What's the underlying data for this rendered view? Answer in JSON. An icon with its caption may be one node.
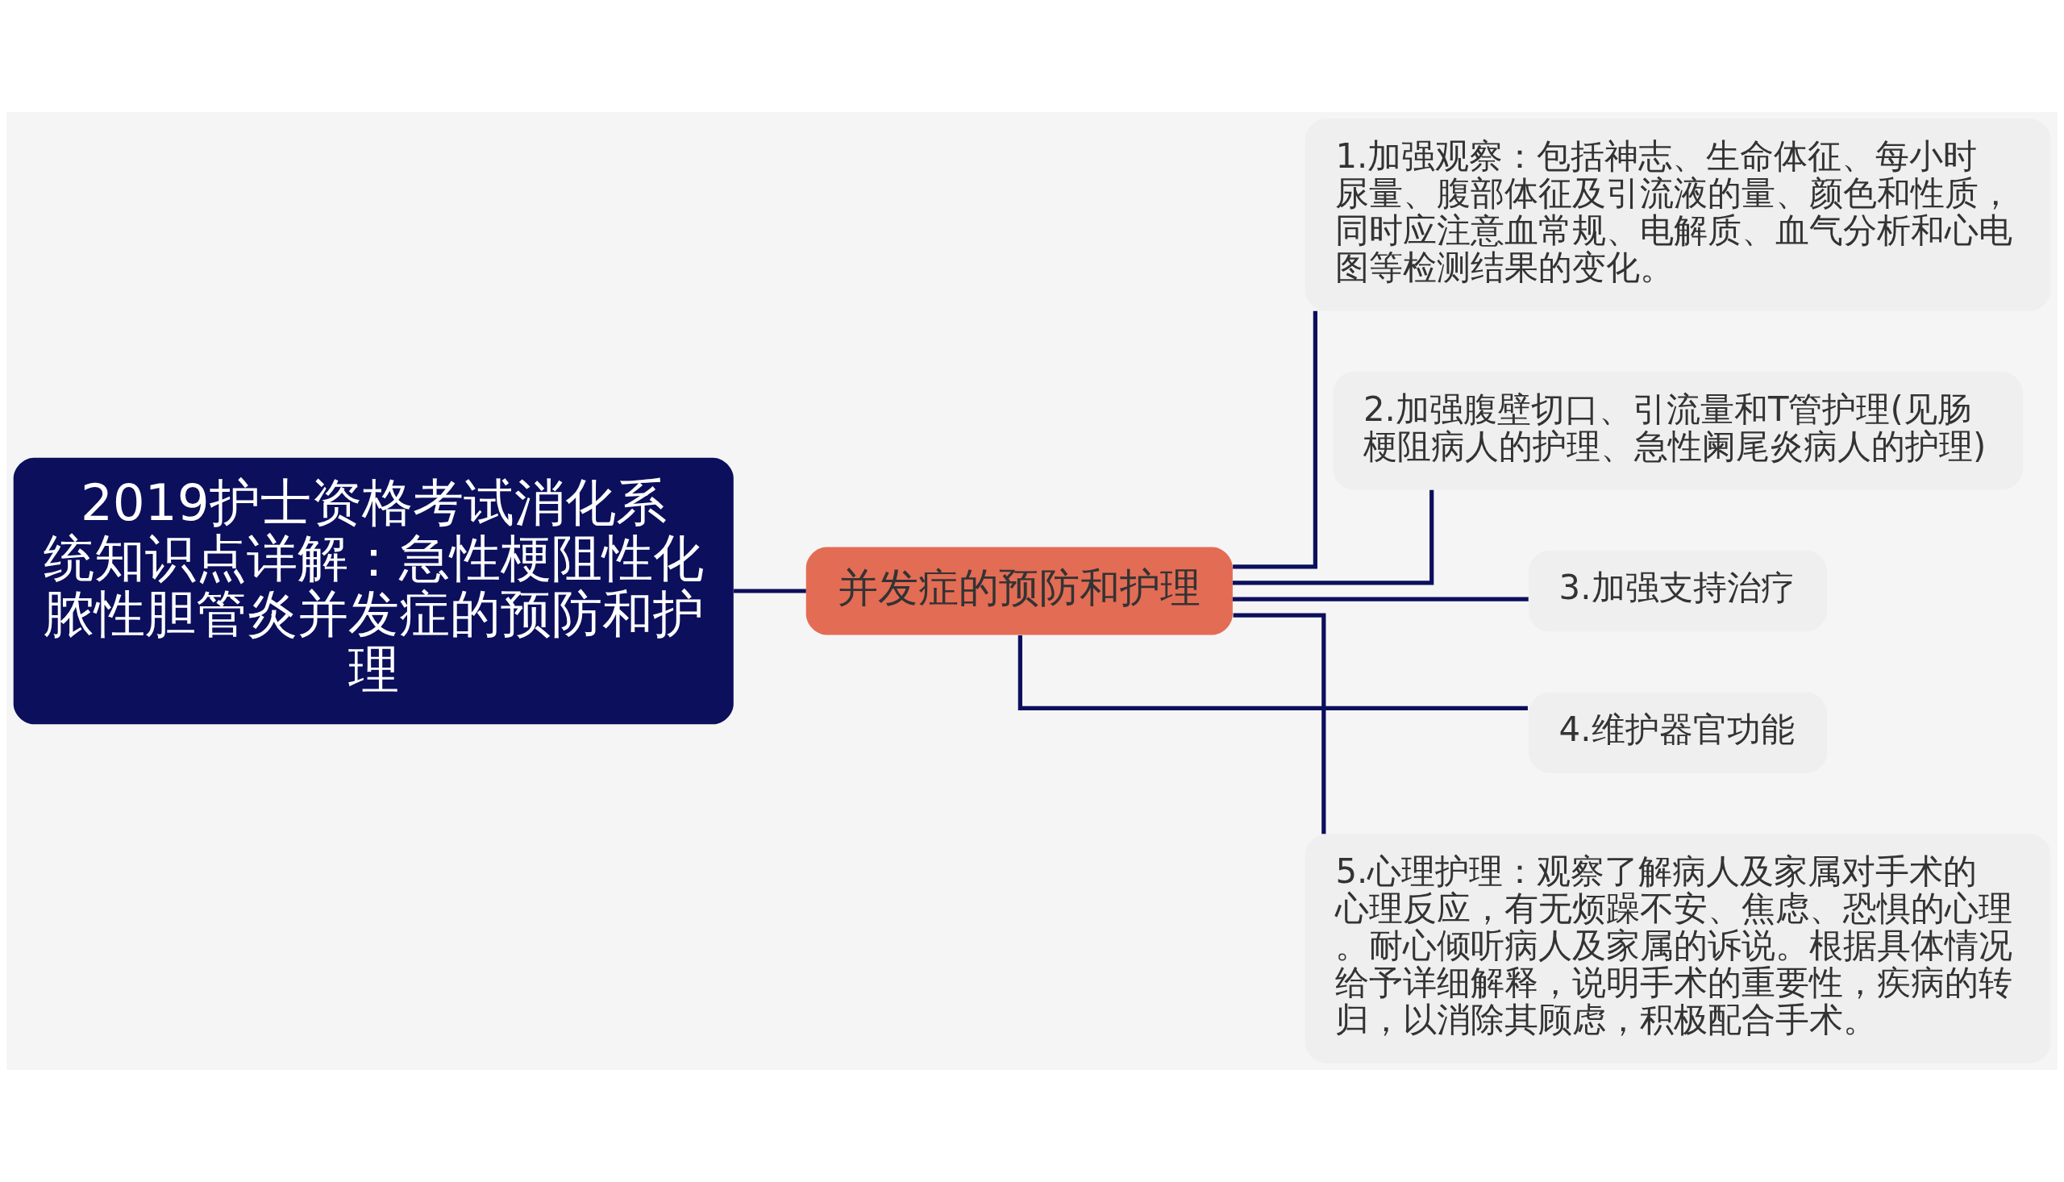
{
  "diagram": {
    "nodes": [
      {
        "text": [
          "2019护士资格考试消化系统知识点详解：急性梗阻性化脓性胆管炎并发症的预防和护理"
        ]
      },
      {
        "text": [
          "并发症的预防和护理"
        ]
      },
      {
        "text": [
          "1.加强观察：包括神志、生命体征、每小时尿量、腹部体征及引流液的量、颜色和性质，同时应注意血常规、电解质、血气分析和心电图等检测结果的变化。"
        ]
      },
      {
        "text": [
          "2.加强腹壁切口、引流量和T管护理(见肠梗阻病人的护理、急性阑尾炎病人的护理)"
        ]
      },
      {
        "text": [
          "3.加强支持治疗"
        ]
      },
      {
        "text": [
          "4.维护器官功能"
        ]
      },
      {
        "text": [
          "5.心理护理：观察了解病人及家属对手术的心理反应，有无烦躁不安、焦虑、恐惧的心理。耐心倾听病人及家属的诉说。根据具体情况给予详细解释，说明手术的重要性，疾病的转归，以消除其顾虑，积极配合手术。"
        ]
      }
    ],
    "edges": [
      {
        "from": 0,
        "to": 1,
        "arrow": "none"
      },
      {
        "from": 1,
        "to": 2,
        "arrow": "none"
      },
      {
        "from": 1,
        "to": 3,
        "arrow": "none"
      },
      {
        "from": 1,
        "to": 4,
        "arrow": "none"
      },
      {
        "from": 1,
        "to": 5,
        "arrow": "none"
      },
      {
        "from": 1,
        "to": 6,
        "arrow": "none"
      }
    ]
  }
}
